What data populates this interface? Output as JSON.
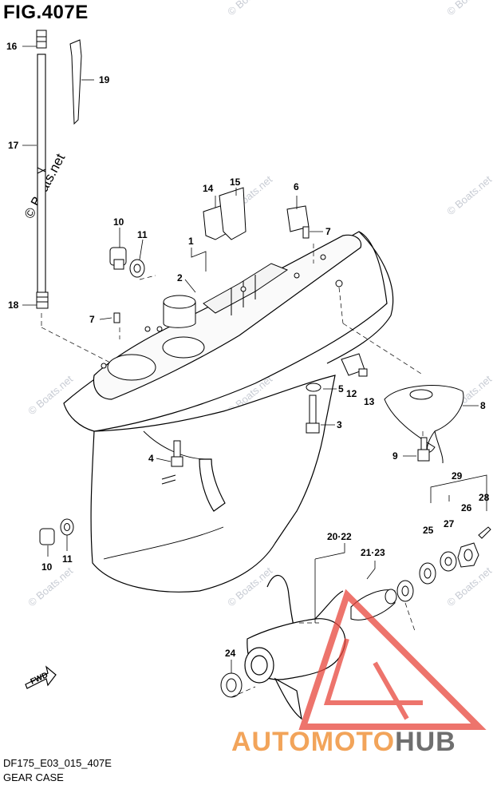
{
  "figure": {
    "title": "FIG.407E",
    "code": "DF175_E03_015_407E",
    "name": "GEAR CASE"
  },
  "watermark": {
    "text": "© Boats.net"
  },
  "brand": {
    "part1": "AUTOMOTO",
    "part2": "HUB",
    "color1": "#f2a45a",
    "color2": "#6f6f6f",
    "logo_color": "#e8463c"
  },
  "fwd_label": "FWD",
  "callouts": {
    "c16": "16",
    "c19": "19",
    "c17": "17",
    "c18": "18",
    "c14": "14",
    "c15": "15",
    "c6": "6",
    "c10a": "10",
    "c11a": "11",
    "c1": "1",
    "c2": "2",
    "c7a": "7",
    "c7b": "7",
    "c5": "5",
    "c12": "12",
    "c13": "13",
    "c3": "3",
    "c8": "8",
    "c4": "4",
    "c9": "9",
    "c29": "29",
    "c28": "28",
    "c26": "26",
    "c27": "27",
    "c25": "25",
    "c10b": "10",
    "c11b": "11",
    "c2022": "20·22",
    "c2123": "21·23",
    "c24": "24"
  }
}
